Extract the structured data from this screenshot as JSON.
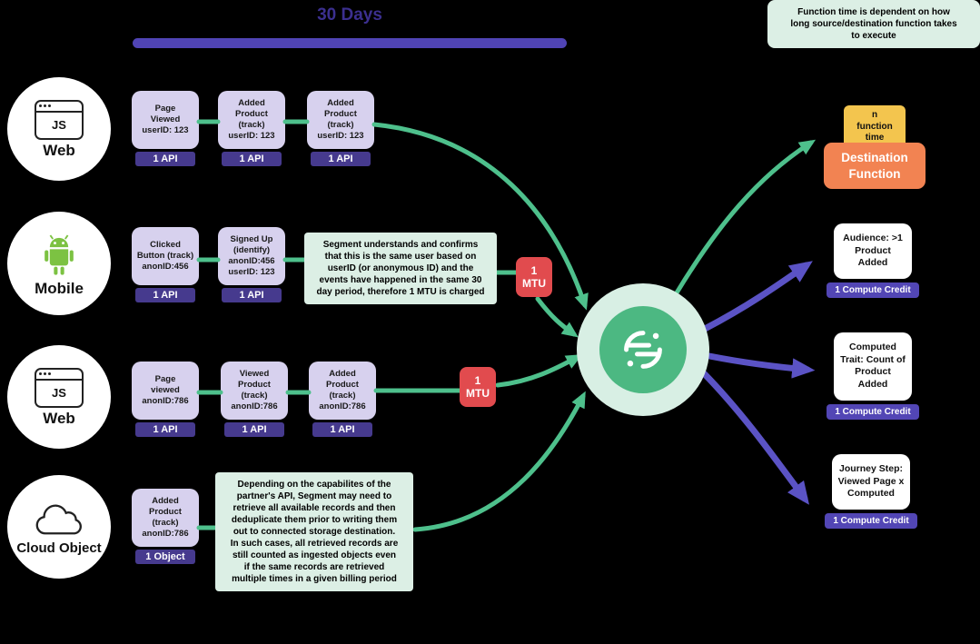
{
  "colors": {
    "background": "#000000",
    "segment_green": "#4ec08c",
    "segment_green_light": "#d8efe4",
    "arrow_purple": "#5b53c5",
    "timeline_purple": "#5044b5",
    "badge_indigo": "#463a8e",
    "card_lavender": "#d7d1ee",
    "mtu_red": "#e14b4e",
    "note_mint": "#dcefe5",
    "function_yellow": "#f3c54e",
    "destination_orange": "#f28352",
    "android_green": "#7cc242"
  },
  "timeline": {
    "label": "30 Days"
  },
  "top_note": {
    "text": "Function time is dependent on how\nlong source/destination function takes\nto execute"
  },
  "js_label": "JS",
  "sources": [
    {
      "label": "Web"
    },
    {
      "label": "Mobile"
    },
    {
      "label": "Web"
    },
    {
      "label": "Cloud Object"
    }
  ],
  "events": {
    "row1": {
      "cards": [
        {
          "text": "Page\nViewed\nuserID: 123",
          "badge": "1 API"
        },
        {
          "text": "Added\nProduct\n(track)\nuserID: 123",
          "badge": "1 API"
        },
        {
          "text": "Added\nProduct\n(track)\nuserID: 123",
          "badge": "1 API"
        }
      ]
    },
    "row2": {
      "cards": [
        {
          "text": "Clicked\nButton (track)\nanonID:456",
          "badge": "1 API"
        },
        {
          "text": "Signed Up\n(identify)\nanonID:456\nuserID: 123",
          "badge": "1 API"
        }
      ],
      "note": "Segment understands and confirms\nthat this is the same user based on\nuserID (or anonymous ID) and the\nevents have happened in the same 30\nday period, therefore 1 MTU is charged",
      "mtu": "1\nMTU"
    },
    "row3": {
      "cards": [
        {
          "text": "Page\nviewed\nanonID:786",
          "badge": "1 API"
        },
        {
          "text": "Viewed\nProduct\n(track)\nanonID:786",
          "badge": "1 API"
        },
        {
          "text": "Added\nProduct\n(track)\nanonID:786",
          "badge": "1 API"
        }
      ],
      "mtu": "1\nMTU"
    },
    "row4": {
      "cards": [
        {
          "text": "Added\nProduct\n(track)\nanonID:786",
          "badge": "1 Object"
        }
      ],
      "note": "Depending on the capabilites of the\npartner's API, Segment may need to\nretrieve all available records and then\ndeduplicate them prior to writing them\nout to connected storage destination.\nIn such cases, all retrieved records are\nstill counted as ingested objects even\nif the same records are retrieved\nmultiple times in a given billing period"
    }
  },
  "destination": {
    "function_time": "n\nfunction\ntime",
    "label": "Destination\nFunction"
  },
  "outputs": [
    {
      "text": "Audience: >1\nProduct\nAdded",
      "badge": "1 Compute Credit"
    },
    {
      "text": "Computed\nTrait: Count of\nProduct\nAdded",
      "badge": "1 Compute Credit"
    },
    {
      "text": "Journey Step:\nViewed Page x\nComputed",
      "badge": "1 Compute Credit"
    }
  ]
}
